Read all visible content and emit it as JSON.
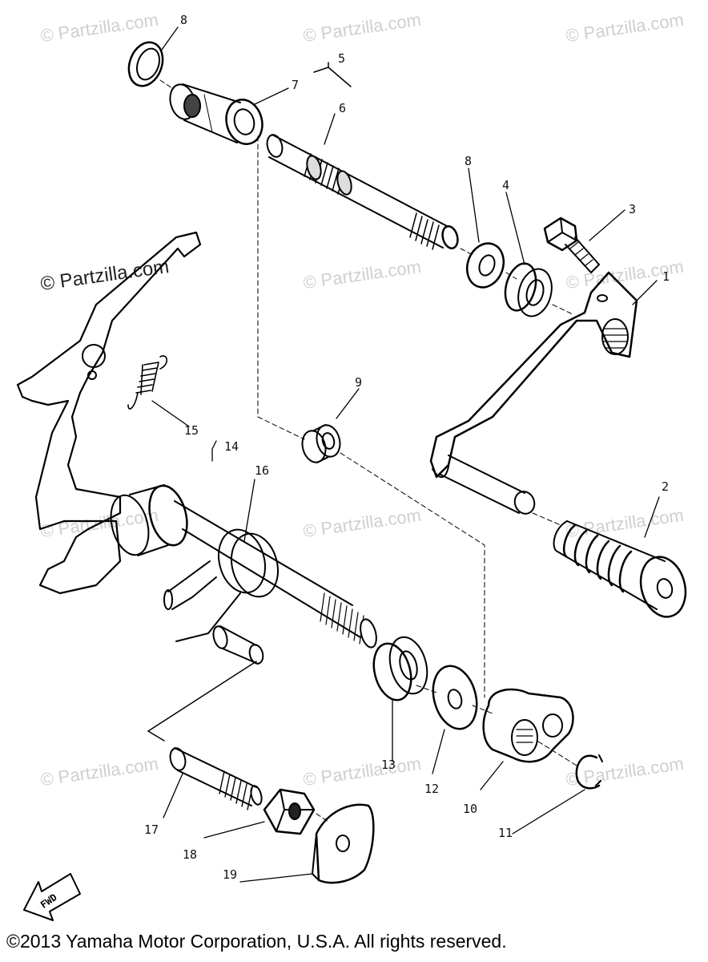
{
  "watermark": "© Partzilla.com",
  "callouts": {
    "c1": "1",
    "c2": "2",
    "c3": "3",
    "c4": "4",
    "c5": "5",
    "c6": "6",
    "c7": "7",
    "c8a": "8",
    "c8b": "8",
    "c9": "9",
    "c10": "10",
    "c11": "11",
    "c12": "12",
    "c13": "13",
    "c14": "14",
    "c15": "15",
    "c16": "16",
    "c17": "17",
    "c18": "18",
    "c19": "19"
  },
  "fwd_label": "FWD",
  "copyright": "©2013 Yamaha Motor Corporation, U.S.A. All rights reserved."
}
